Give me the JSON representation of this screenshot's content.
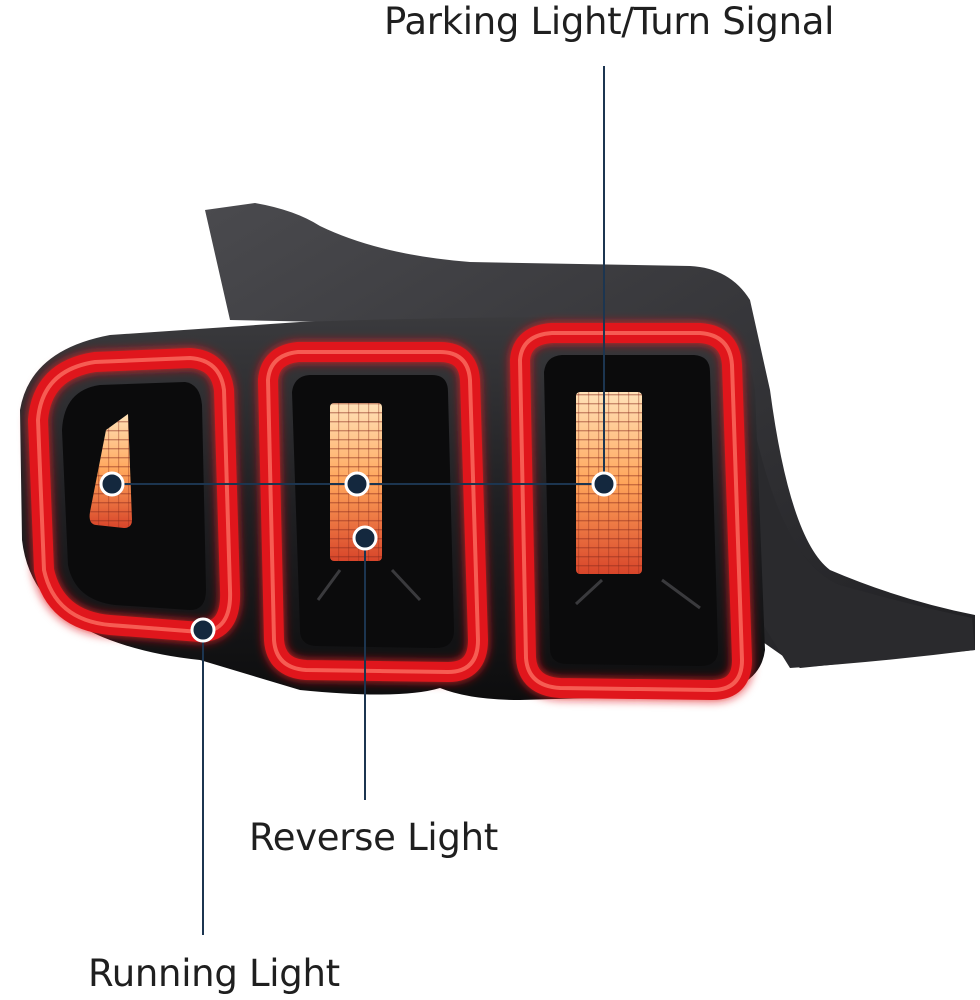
{
  "callouts": {
    "parking_turn": "Parking Light/Turn Signal",
    "reverse": "Reverse Light",
    "running": "Running Light"
  },
  "colors": {
    "housing": "#1a1a1c",
    "lens_ring": "#e0141b",
    "glow": "#ff3b30",
    "reverse_cell": "#ffb56a",
    "callout_line": "#1c3550"
  }
}
